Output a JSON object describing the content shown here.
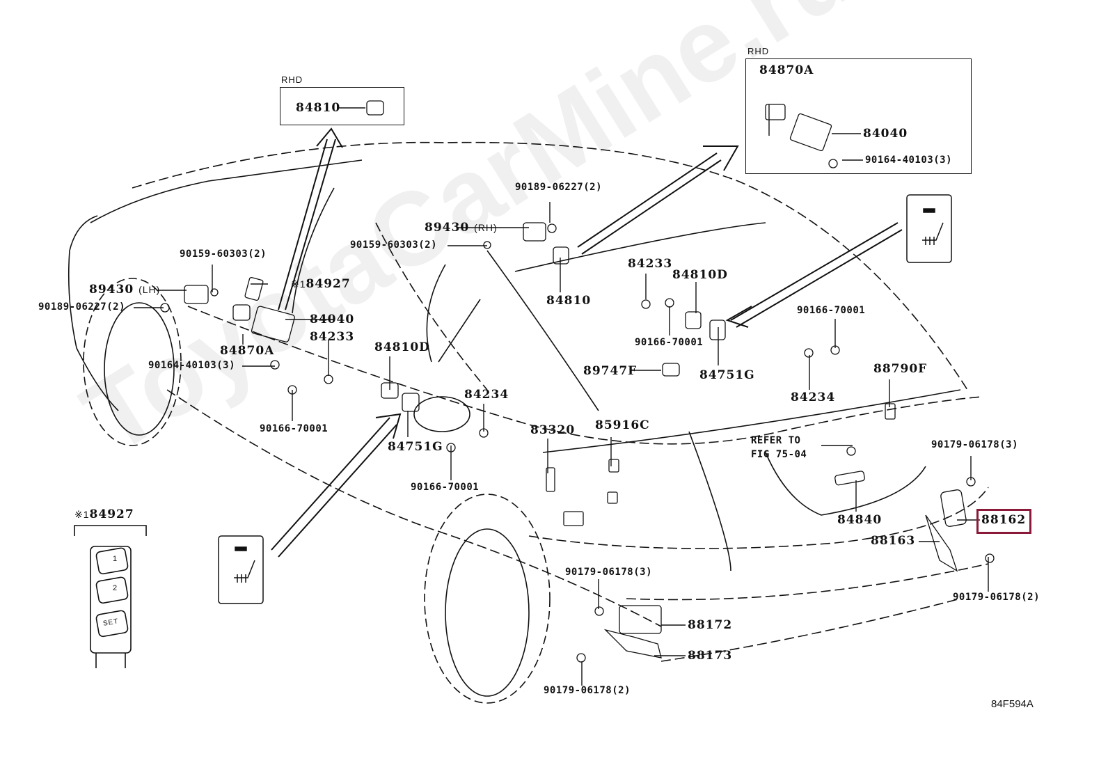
{
  "diagram": {
    "figure_code": "84F594A",
    "watermark": "ToyotaCarMine.ru",
    "highlight_color": "#8b1a3a",
    "insets": {
      "rhd_left": {
        "title": "RHD",
        "part": "84810"
      },
      "rhd_right": {
        "title": "RHD",
        "parts": [
          "84870A",
          "84040",
          "90164-40103(3)"
        ]
      },
      "memory_switch": {
        "title_mark": "※1",
        "part": "84927",
        "buttons": [
          "1",
          "2",
          "SET"
        ]
      }
    },
    "labels": {
      "p89430_rh": "89430",
      "p89430_rh_side": "(RH)",
      "p90189_top": "90189-06227(2)",
      "p90159_mid": "90159-60303(2)",
      "p84810_mid": "84810",
      "p90159_left": "90159-60303(2)",
      "p89430_lh": "89430",
      "p89430_lh_side": "(LH)",
      "p90189_left": "90189-06227(2)",
      "p84927": "84927",
      "p84927_mark": "※1",
      "p84040": "84040",
      "p84233_left": "84233",
      "p84870a": "84870A",
      "p90164": "90164-40103(3)",
      "p90166_left": "90166-70001",
      "p84810d_left": "84810D",
      "p84751g_left": "84751G",
      "p84234_left": "84234",
      "p90166_mid": "90166-70001",
      "p83320": "83320",
      "p85916c": "85916C",
      "p84233_right": "84233",
      "p84810d_right": "84810D",
      "p90166_right_a": "90166-70001",
      "p89747f": "89747F",
      "p84751g_right": "84751G",
      "p90166_right_b": "90166-70001",
      "p84234_right": "84234",
      "p88790f": "88790F",
      "refer_line1": "REFER TO",
      "refer_line2": "FIG 75-04",
      "p84840": "84840",
      "p90179_right3": "90179-06178(3)",
      "p88162": "88162",
      "p88163": "88163",
      "p90179_right2": "90179-06178(2)",
      "p90179_bot3": "90179-06178(3)",
      "p88172": "88172",
      "p88173": "88173",
      "p90179_bot2": "90179-06178(2)"
    }
  }
}
